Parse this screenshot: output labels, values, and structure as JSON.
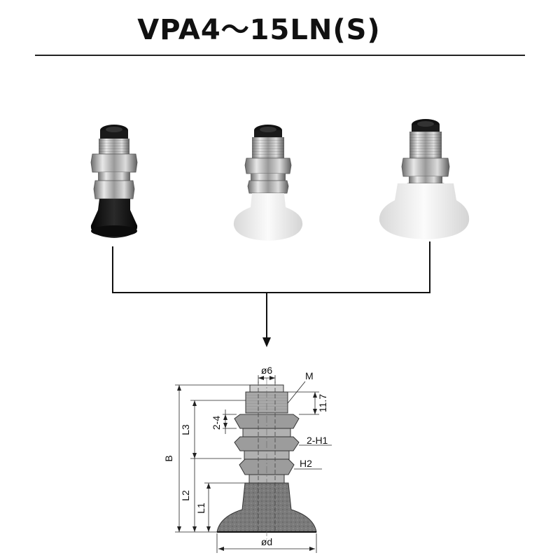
{
  "title": "VPA4～15LN(S)",
  "products": [
    {
      "name": "black-suction-cup",
      "color": "#141414"
    },
    {
      "name": "white-suction-cup-small",
      "color": "#eeeeee"
    },
    {
      "name": "white-suction-cup-large",
      "color": "#f0f0f0"
    }
  ],
  "drawing": {
    "labels": {
      "dia6": "ø6",
      "M": "M",
      "dim117": "11.7",
      "dim24": "2-4",
      "H1": "2-H1",
      "H2": "H2",
      "B": "B",
      "L3": "L3",
      "L2": "L2",
      "L1": "L1",
      "d": "ød"
    }
  }
}
